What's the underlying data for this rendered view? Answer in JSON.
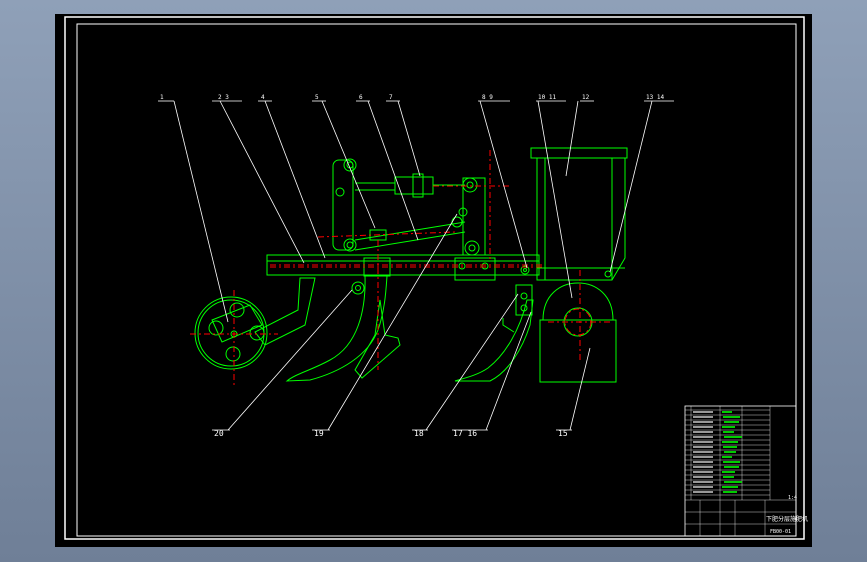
{
  "drawing": {
    "title": "下肥分层施肥机",
    "drawing_no": "FB00-01",
    "scale": "1:4"
  },
  "callouts": {
    "top": [
      "1",
      "2 3",
      "4",
      "5",
      "6",
      "7",
      "8 9",
      "10 11",
      "12",
      "13 14"
    ],
    "bottom": [
      "20",
      "19",
      "18",
      "17 16",
      "15"
    ]
  },
  "title_block": {
    "rows": [
      {
        "c1": "—",
        "c2": "—",
        "c3": "—"
      },
      {
        "c1": "—",
        "c2": "—",
        "c3": "—"
      }
    ]
  },
  "colors": {
    "paper": "#000000",
    "border": "#ffffff",
    "part": "#00ff00",
    "center": "#ff0000",
    "leader": "#ffffff",
    "dim": "#00ffff"
  }
}
